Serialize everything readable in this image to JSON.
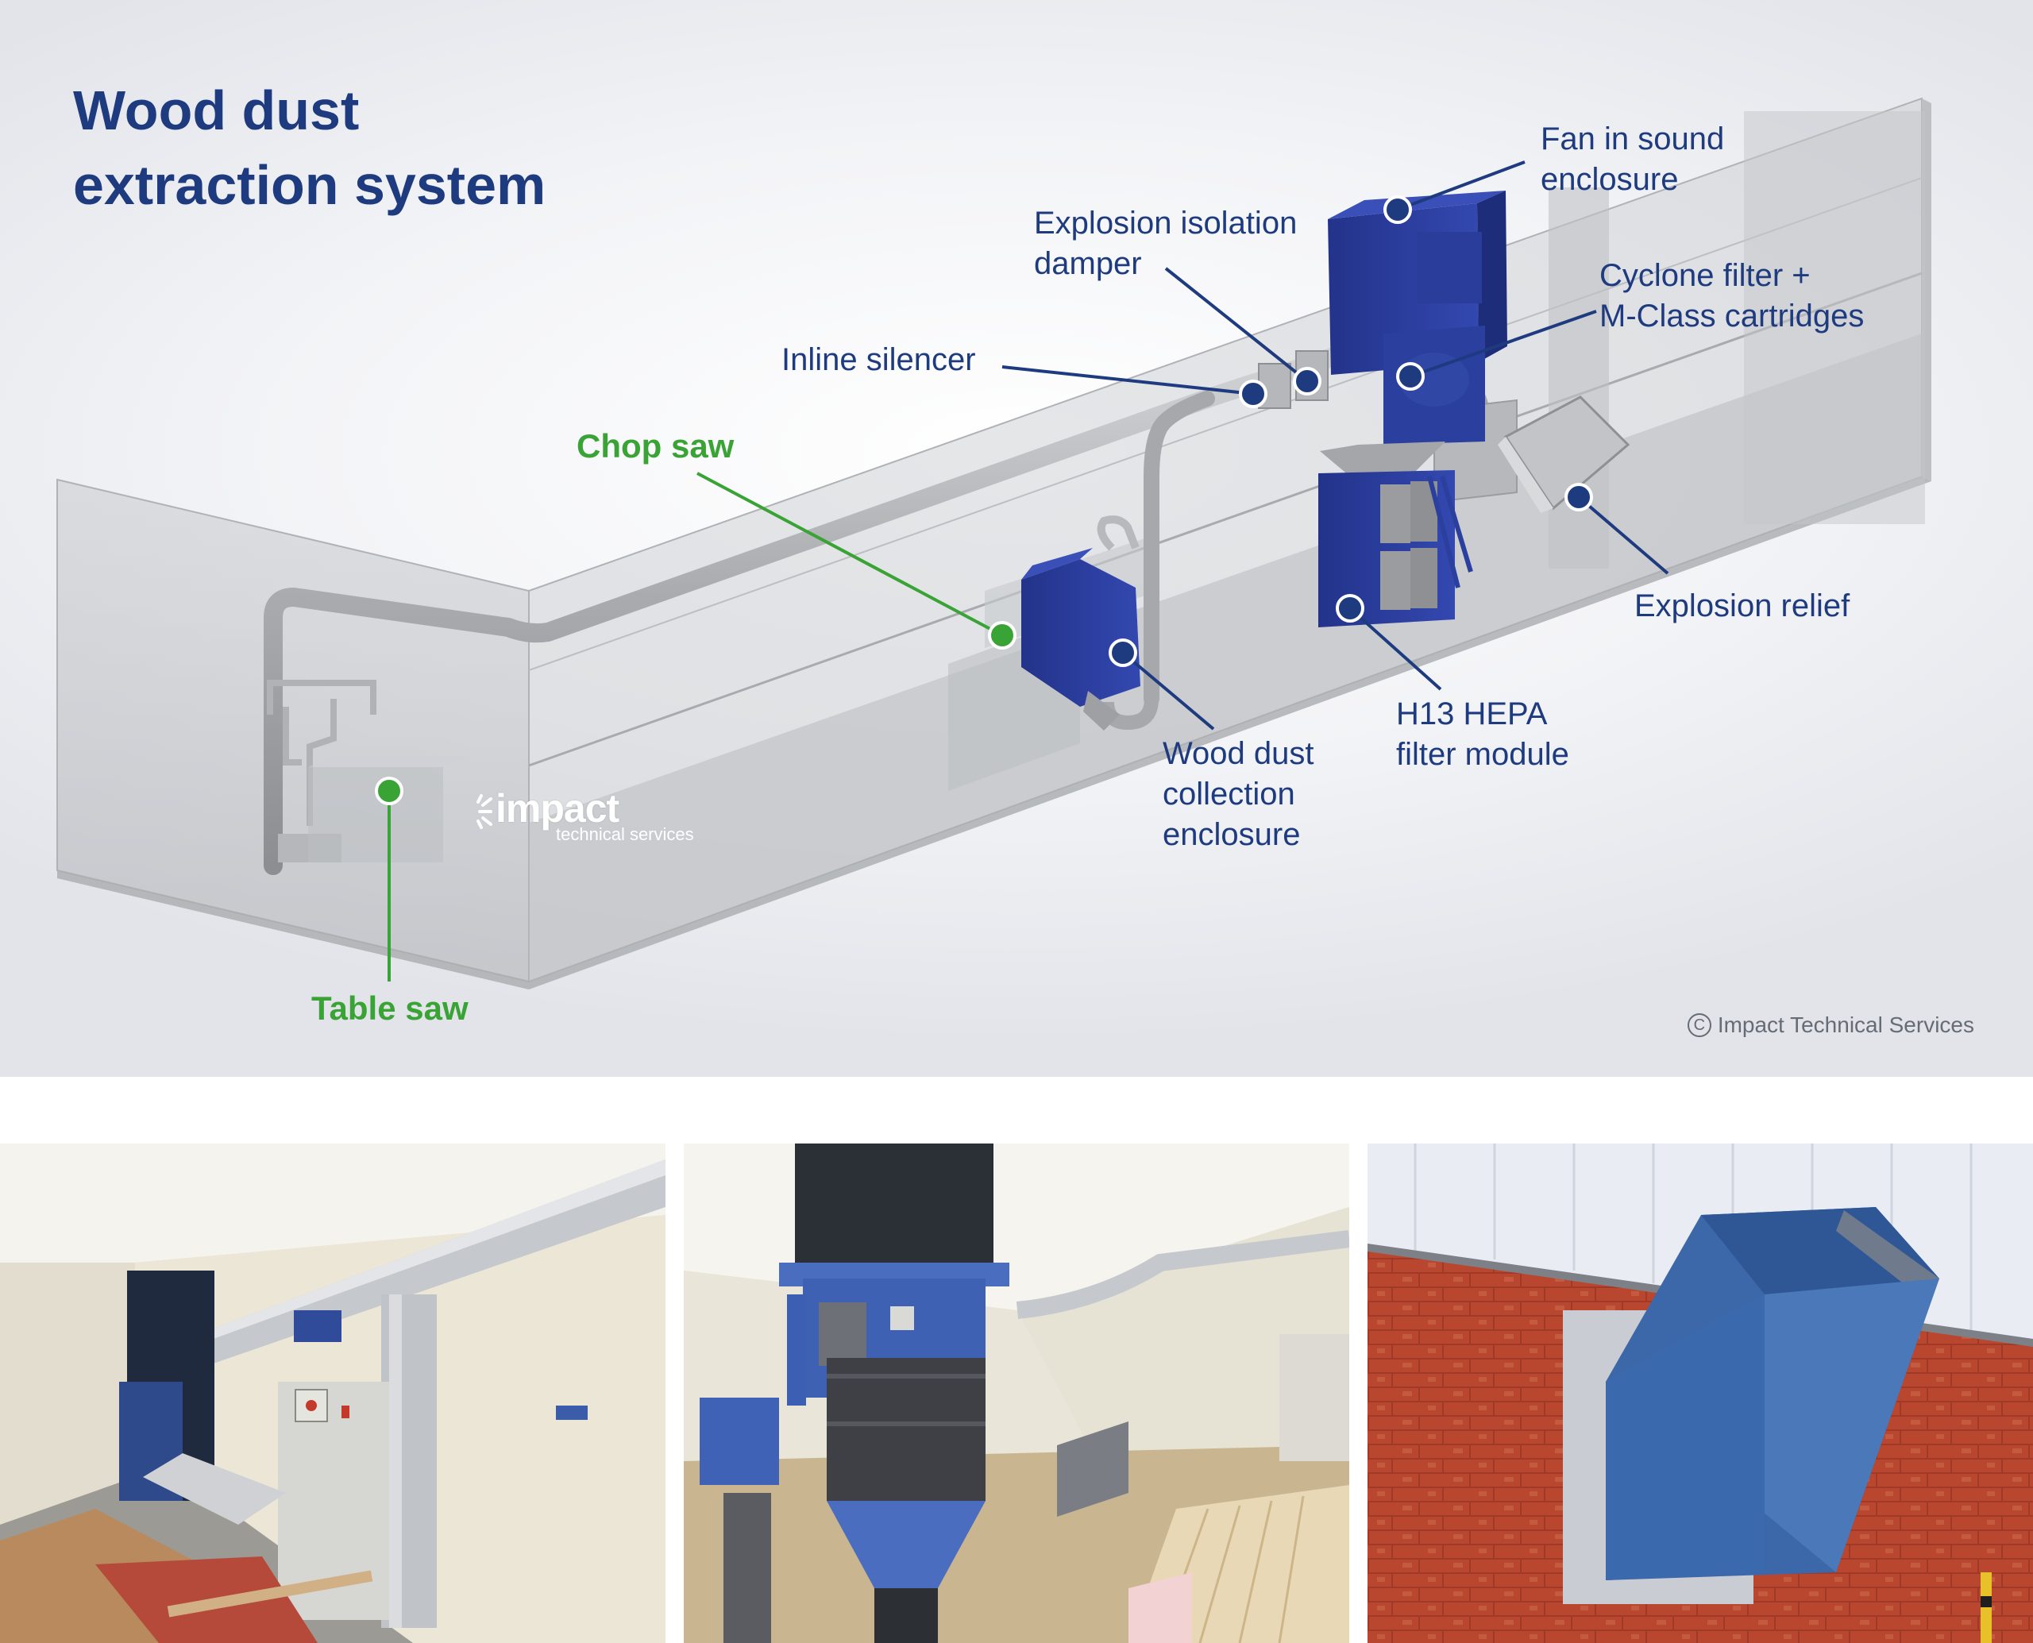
{
  "title": {
    "line1": "Wood dust",
    "line2": "extraction system"
  },
  "labels": {
    "fan": {
      "line1": "Fan in sound",
      "line2": "enclosure"
    },
    "damper": {
      "line1": "Explosion isolation",
      "line2": "damper"
    },
    "cyclone": {
      "line1": "Cyclone filter +",
      "line2": "M-Class cartridges"
    },
    "silencer": {
      "line1": "Inline silencer"
    },
    "chop_saw": {
      "line1": "Chop saw"
    },
    "explosion_relief": {
      "line1": "Explosion relief"
    },
    "hepa": {
      "line1": "H13 HEPA",
      "line2": "filter module"
    },
    "collection": {
      "line1": "Wood dust",
      "line2": "collection",
      "line3": "enclosure"
    },
    "table_saw": {
      "line1": "Table saw"
    }
  },
  "logo": {
    "word": "impact",
    "sub": "technical services"
  },
  "copyright": {
    "symbol": "C",
    "text": "Impact Technical Services"
  },
  "colors": {
    "title": "#1f3b7f",
    "machine_label": "#3aa335",
    "equipment_blue": "#2b3f9e",
    "duct_grey": "#a8aaad"
  }
}
